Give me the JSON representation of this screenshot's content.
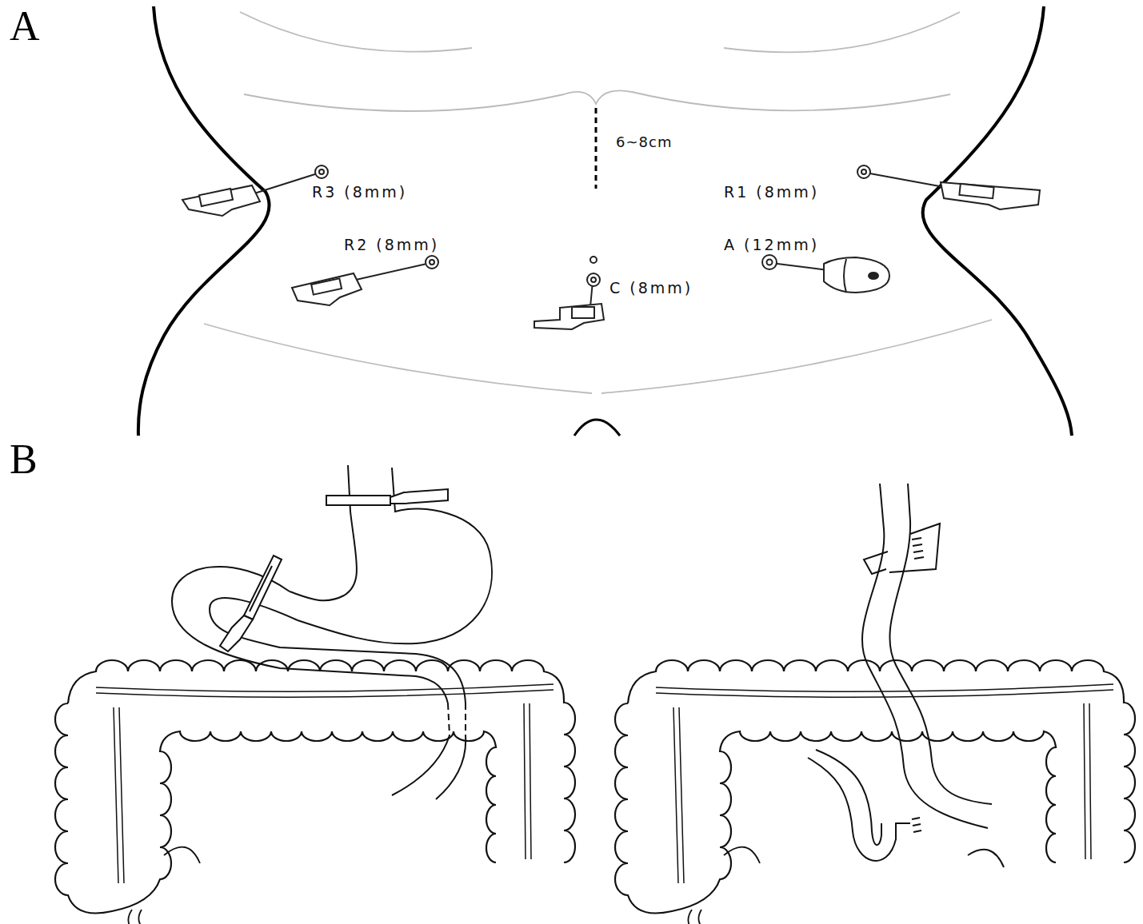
{
  "diagram": {
    "labels": [
      "A",
      "6~8cm",
      "R3 (8mm)",
      "R1 (8mm)",
      "R2 (8mm)",
      "A (12mm)",
      "C (8mm)",
      "B"
    ]
  }
}
